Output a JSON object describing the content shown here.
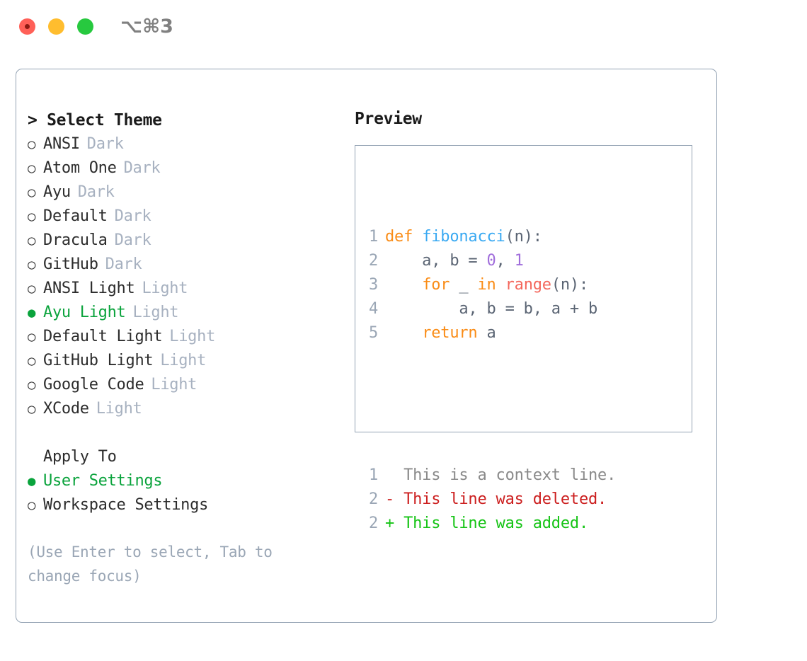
{
  "window": {
    "title": "⌥⌘3",
    "traffic_lights": [
      "close",
      "minimize",
      "zoom"
    ]
  },
  "left": {
    "heading": "> Select Theme",
    "themes": [
      {
        "marker": "○",
        "name": "ANSI",
        "variant": "Dark",
        "selected": false
      },
      {
        "marker": "○",
        "name": "Atom One",
        "variant": "Dark",
        "selected": false
      },
      {
        "marker": "○",
        "name": "Ayu",
        "variant": "Dark",
        "selected": false
      },
      {
        "marker": "○",
        "name": "Default",
        "variant": "Dark",
        "selected": false
      },
      {
        "marker": "○",
        "name": "Dracula",
        "variant": "Dark",
        "selected": false
      },
      {
        "marker": "○",
        "name": "GitHub",
        "variant": "Dark",
        "selected": false
      },
      {
        "marker": "○",
        "name": "ANSI Light",
        "variant": "Light",
        "selected": false
      },
      {
        "marker": "●",
        "name": "Ayu Light",
        "variant": "Light",
        "selected": true
      },
      {
        "marker": "○",
        "name": "Default Light",
        "variant": "Light",
        "selected": false
      },
      {
        "marker": "○",
        "name": "GitHub Light",
        "variant": "Light",
        "selected": false
      },
      {
        "marker": "○",
        "name": "Google Code",
        "variant": "Light",
        "selected": false
      },
      {
        "marker": "○",
        "name": "XCode",
        "variant": "Light",
        "selected": false
      }
    ],
    "apply_to_heading": "Apply To",
    "apply_to_options": [
      {
        "marker": "●",
        "name": "User Settings",
        "selected": true
      },
      {
        "marker": "○",
        "name": "Workspace Settings",
        "selected": false
      }
    ],
    "hint": "(Use Enter to select, Tab to change focus)"
  },
  "right": {
    "preview_title": "Preview",
    "code_lines": [
      {
        "no": "1",
        "tokens": [
          {
            "text": "def",
            "cls": "t-kw"
          },
          {
            "text": " ",
            "cls": "t-plain"
          },
          {
            "text": "fibonacci",
            "cls": "t-fn"
          },
          {
            "text": "(n):",
            "cls": "t-plain"
          }
        ]
      },
      {
        "no": "2",
        "tokens": [
          {
            "text": "    a, b = ",
            "cls": "t-plain"
          },
          {
            "text": "0",
            "cls": "t-num"
          },
          {
            "text": ", ",
            "cls": "t-plain"
          },
          {
            "text": "1",
            "cls": "t-num"
          }
        ]
      },
      {
        "no": "3",
        "tokens": [
          {
            "text": "    ",
            "cls": "t-plain"
          },
          {
            "text": "for",
            "cls": "t-kw"
          },
          {
            "text": " _ ",
            "cls": "t-plain"
          },
          {
            "text": "in",
            "cls": "t-kw"
          },
          {
            "text": " ",
            "cls": "t-plain"
          },
          {
            "text": "range",
            "cls": "t-bi"
          },
          {
            "text": "(n):",
            "cls": "t-plain"
          }
        ]
      },
      {
        "no": "4",
        "tokens": [
          {
            "text": "        a, b = b, a + b",
            "cls": "t-plain"
          }
        ]
      },
      {
        "no": "5",
        "tokens": [
          {
            "text": "    ",
            "cls": "t-plain"
          },
          {
            "text": "return",
            "cls": "t-kw"
          },
          {
            "text": " a",
            "cls": "t-plain"
          }
        ]
      }
    ],
    "diff_lines": [
      {
        "no": "1",
        "text": "  This is a context line.",
        "cls": "t-ctx"
      },
      {
        "no": "2",
        "text": "- This line was deleted.",
        "cls": "t-del"
      },
      {
        "no": "2",
        "text": "+ This line was added.",
        "cls": "t-add"
      }
    ]
  },
  "colors": {
    "accent_green": "#0aa33c",
    "border": "#94a3b4",
    "muted": "#a7b1c0",
    "keyword": "#fa8c16",
    "function": "#39a9f2",
    "number": "#a06ddb",
    "builtin": "#f4675c",
    "deleted": "#cc1f1f",
    "added": "#16c416"
  }
}
